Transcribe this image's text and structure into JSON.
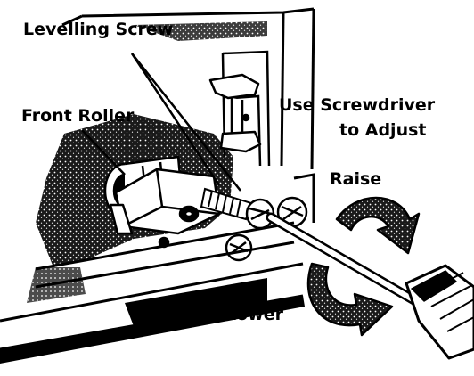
{
  "labels": {
    "levelling_screw": "Levelling Screw",
    "front_roller": "Front Roller",
    "use_screwdriver": "Use Screwdriver",
    "to_adjust": "to Adjust",
    "raise": "Raise",
    "lower": "Lower"
  },
  "colors": {
    "ink": "#000000",
    "paper": "#ffffff",
    "stipple": "#2a2a2a"
  }
}
